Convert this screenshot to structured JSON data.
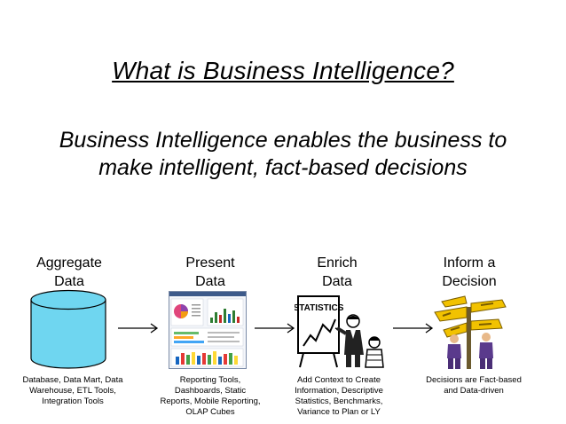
{
  "slide": {
    "title": "What is Business Intelligence?",
    "subtitle_lines": [
      "Business Intelligence enables the business to",
      "make intelligent, fact-based decisions"
    ]
  },
  "steps": [
    {
      "label_lines": [
        "Aggregate",
        "Data"
      ],
      "caption_lines": [
        "Database, Data Mart, Data",
        "Warehouse, ETL Tools,",
        "Integration Tools"
      ],
      "image": "database-cylinder-icon"
    },
    {
      "label_lines": [
        "Present",
        "Data"
      ],
      "caption_lines": [
        "Reporting Tools,",
        "Dashboards, Static",
        "Reports, Mobile Reporting,",
        "OLAP Cubes"
      ],
      "image": "dashboard-screenshot"
    },
    {
      "label_lines": [
        "Enrich",
        "Data"
      ],
      "caption_lines": [
        "Add Context to Create",
        "Information, Descriptive",
        "Statistics, Benchmarks,",
        "Variance to Plan or LY"
      ],
      "image": "statistics-presenter-clipart",
      "image_text": "STATISTICS"
    },
    {
      "label_lines": [
        "Inform a",
        "Decision"
      ],
      "caption_lines": [
        "Decisions are Fact-based",
        "and Data-driven"
      ],
      "image": "businessmen-signpost-clipart"
    }
  ],
  "colors": {
    "cylinder_fill": "#6fd6f0",
    "signpost_yellow": "#f2c200",
    "suit_purple": "#5a3a8c"
  }
}
